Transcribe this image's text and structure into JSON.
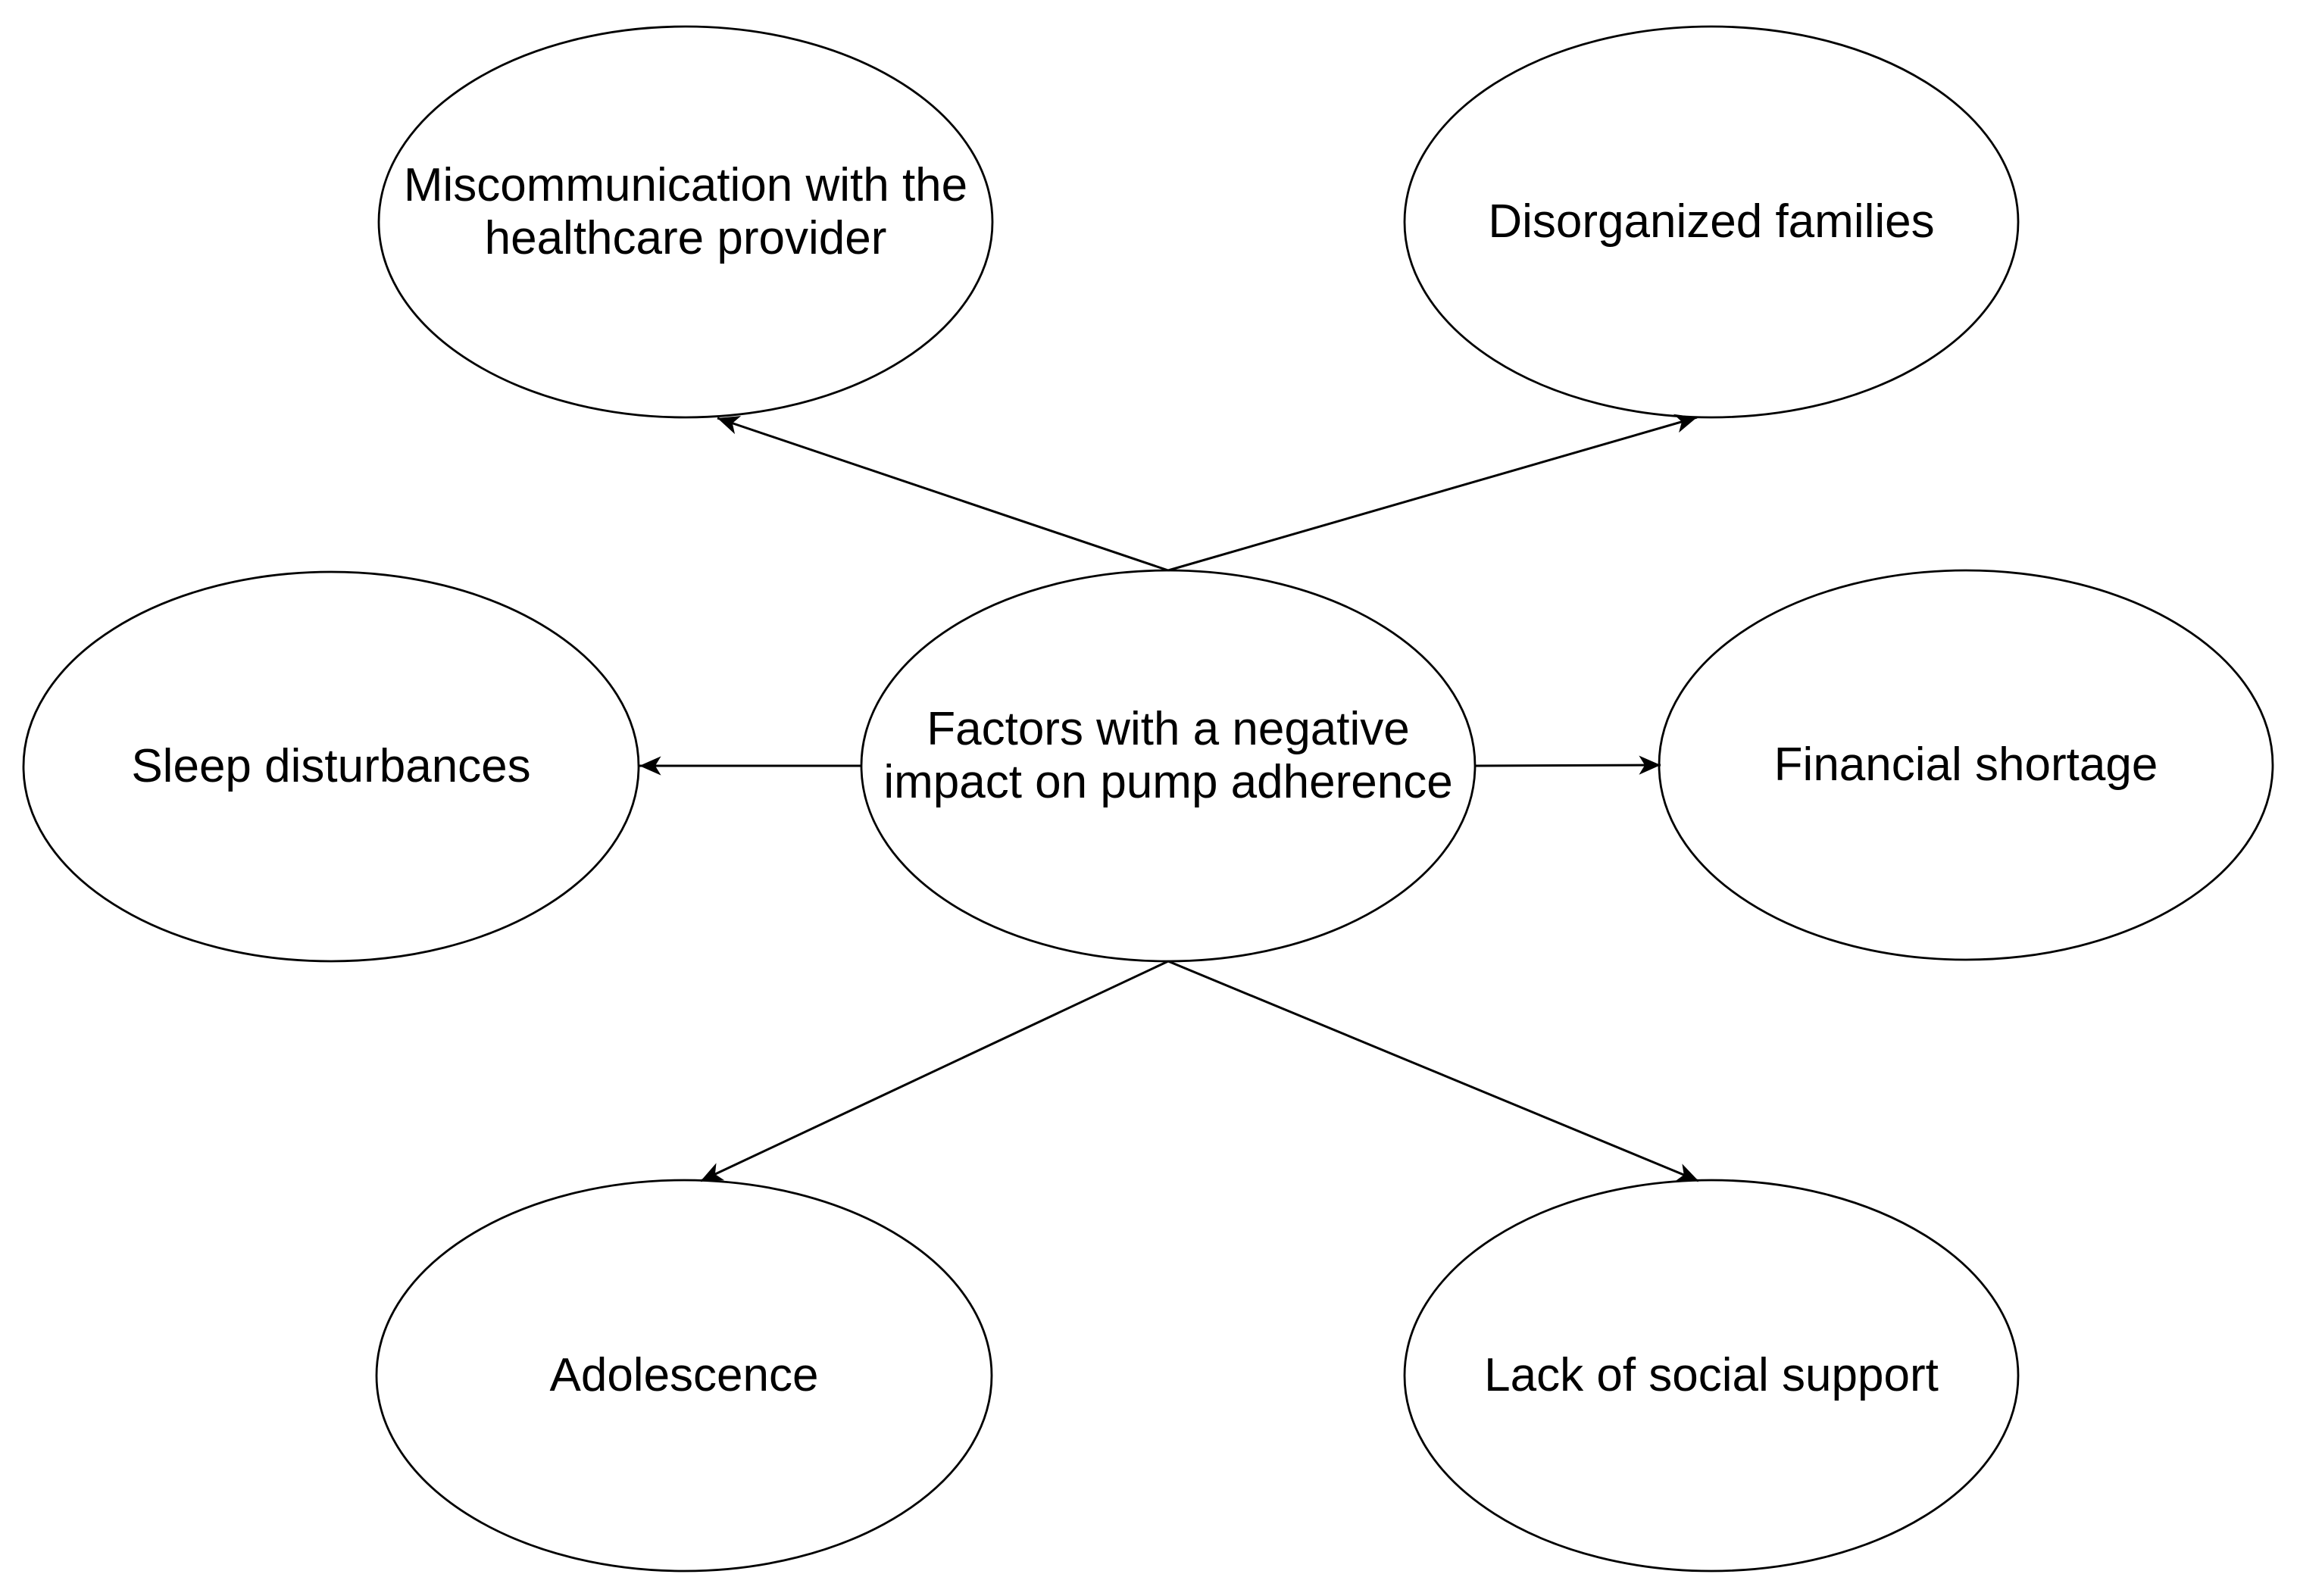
{
  "diagram": {
    "type": "concept-map",
    "background_color": "#ffffff",
    "node_fill_color": "#ffffff",
    "node_stroke_color": "#000000",
    "text_color": "#000000",
    "edge_color": "#000000",
    "arrowhead_style": "filled-triangle",
    "nodes": [
      {
        "id": "factors",
        "role": "center",
        "label": "Factors with a negative impact on pump adherence"
      },
      {
        "id": "miscommunication",
        "role": "satellite",
        "label": "Miscommunication with the healthcare provider"
      },
      {
        "id": "disorganized",
        "role": "satellite",
        "label": "Disorganized families"
      },
      {
        "id": "sleep",
        "role": "satellite",
        "label": "Sleep disturbances"
      },
      {
        "id": "financial",
        "role": "satellite",
        "label": "Financial shortage"
      },
      {
        "id": "adolescence",
        "role": "satellite",
        "label": "Adolescence"
      },
      {
        "id": "social",
        "role": "satellite",
        "label": "Lack of social support"
      }
    ],
    "edges": [
      {
        "from": "factors",
        "to": "miscommunication",
        "arrow_at": "to"
      },
      {
        "from": "factors",
        "to": "disorganized",
        "arrow_at": "to"
      },
      {
        "from": "factors",
        "to": "sleep",
        "arrow_at": "to"
      },
      {
        "from": "factors",
        "to": "financial",
        "arrow_at": "to"
      },
      {
        "from": "factors",
        "to": "adolescence",
        "arrow_at": "to"
      },
      {
        "from": "factors",
        "to": "social",
        "arrow_at": "to"
      }
    ]
  }
}
